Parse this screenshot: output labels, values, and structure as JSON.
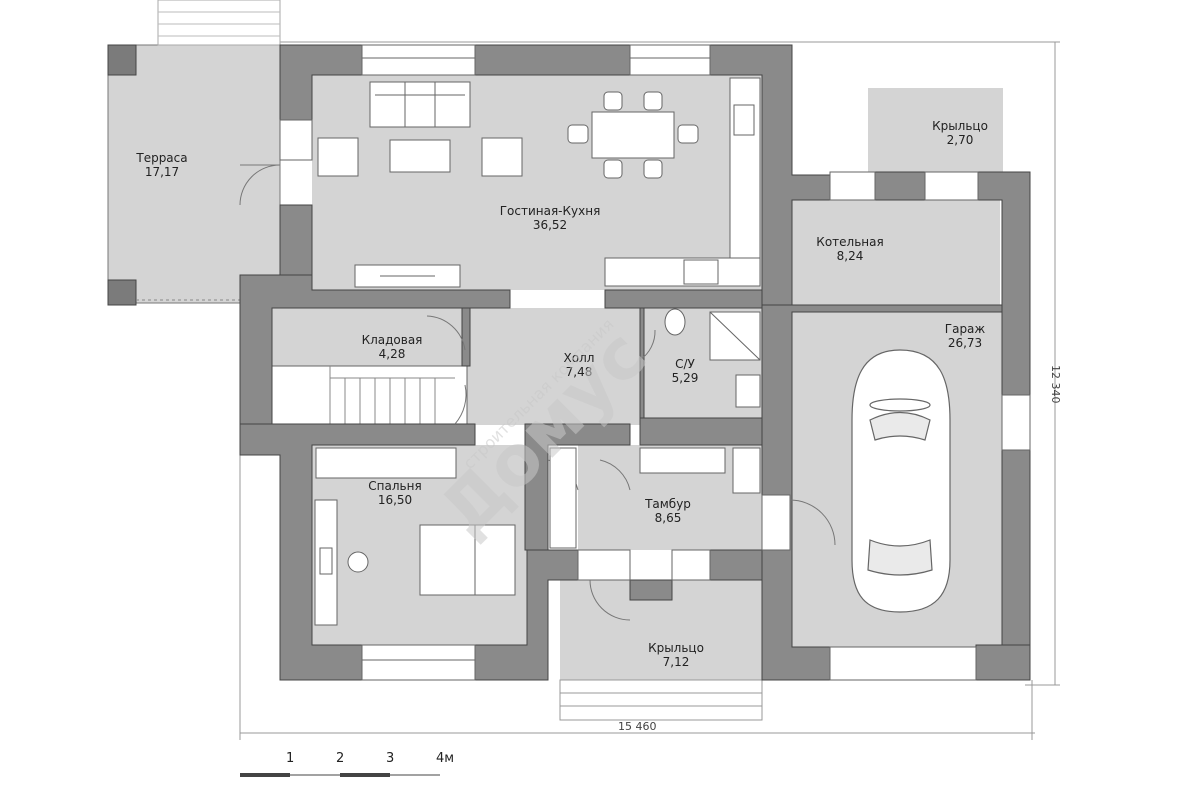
{
  "rooms": [
    {
      "id": "terrace",
      "name": "Терраса",
      "area": "17,17"
    },
    {
      "id": "living",
      "name": "Гостиная-Кухня",
      "area": "36,52"
    },
    {
      "id": "porch-small",
      "name": "Крыльцо",
      "area": "2,70"
    },
    {
      "id": "boiler",
      "name": "Котельная",
      "area": "8,24"
    },
    {
      "id": "pantry",
      "name": "Кладовая",
      "area": "4,28"
    },
    {
      "id": "hall",
      "name": "Холл",
      "area": "7,48"
    },
    {
      "id": "bath",
      "name": "С/У",
      "area": "5,29"
    },
    {
      "id": "garage",
      "name": "Гараж",
      "area": "26,73"
    },
    {
      "id": "bedroom",
      "name": "Спальня",
      "area": "16,50"
    },
    {
      "id": "vestibule",
      "name": "Тамбур",
      "area": "8,65"
    },
    {
      "id": "porch-main",
      "name": "Крыльцо",
      "area": "7,12"
    }
  ],
  "dimensions": {
    "width": "15 460",
    "height": "12 340"
  },
  "scale_bar": {
    "ticks": [
      "1",
      "2",
      "3",
      "4м"
    ]
  },
  "watermark": {
    "text_main": "Домус",
    "text_sub": "строительная компания"
  },
  "colors": {
    "wall": "#8a8a8a",
    "wall_inner": "#7b7b7b",
    "room_fill": "#d4d4d4",
    "line": "#555555"
  }
}
